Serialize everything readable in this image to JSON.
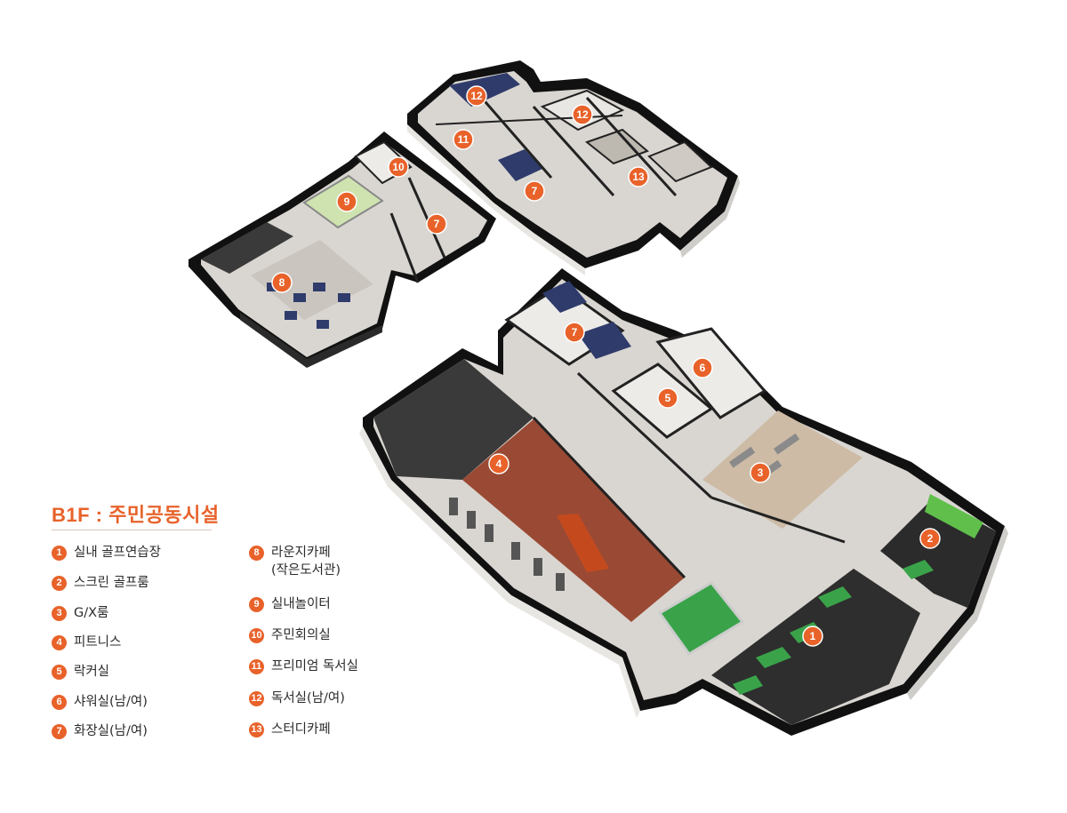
{
  "legend": {
    "title": "B1F : 주민공동시설",
    "items": [
      {
        "num": "1",
        "label": "실내 골프연습장"
      },
      {
        "num": "2",
        "label": "스크린 골프룸"
      },
      {
        "num": "3",
        "label": "G/X룸"
      },
      {
        "num": "4",
        "label": "피트니스"
      },
      {
        "num": "5",
        "label": "락커실"
      },
      {
        "num": "6",
        "label": "샤워실(남/여)"
      },
      {
        "num": "7",
        "label": "화장실(남/여)"
      },
      {
        "num": "8",
        "label": "라운지카페",
        "label2": "(작은도서관)"
      },
      {
        "num": "9",
        "label": "실내놀이터"
      },
      {
        "num": "10",
        "label": "주민회의실"
      },
      {
        "num": "11",
        "label": "프리미엄 독서실"
      },
      {
        "num": "12",
        "label": "독서실(남/여)"
      },
      {
        "num": "13",
        "label": "스터디카페"
      }
    ]
  },
  "markers": [
    {
      "num": "12"
    },
    {
      "num": "12"
    },
    {
      "num": "11"
    },
    {
      "num": "7"
    },
    {
      "num": "13"
    },
    {
      "num": "10"
    },
    {
      "num": "9"
    },
    {
      "num": "7"
    },
    {
      "num": "8"
    },
    {
      "num": "7"
    },
    {
      "num": "6"
    },
    {
      "num": "5"
    },
    {
      "num": "4"
    },
    {
      "num": "3"
    },
    {
      "num": "2"
    },
    {
      "num": "1"
    }
  ],
  "colors": {
    "accent": "#e8622a",
    "wall": "#1c1c1c",
    "floor_light": "#d9d6d1",
    "floor_dark": "#3a3a3a",
    "fitness_floor": "#9a4a34",
    "putting_green": "#3aa34a",
    "kids_floor": "#cfe3b0",
    "furniture_blue": "#2f3b6b"
  }
}
